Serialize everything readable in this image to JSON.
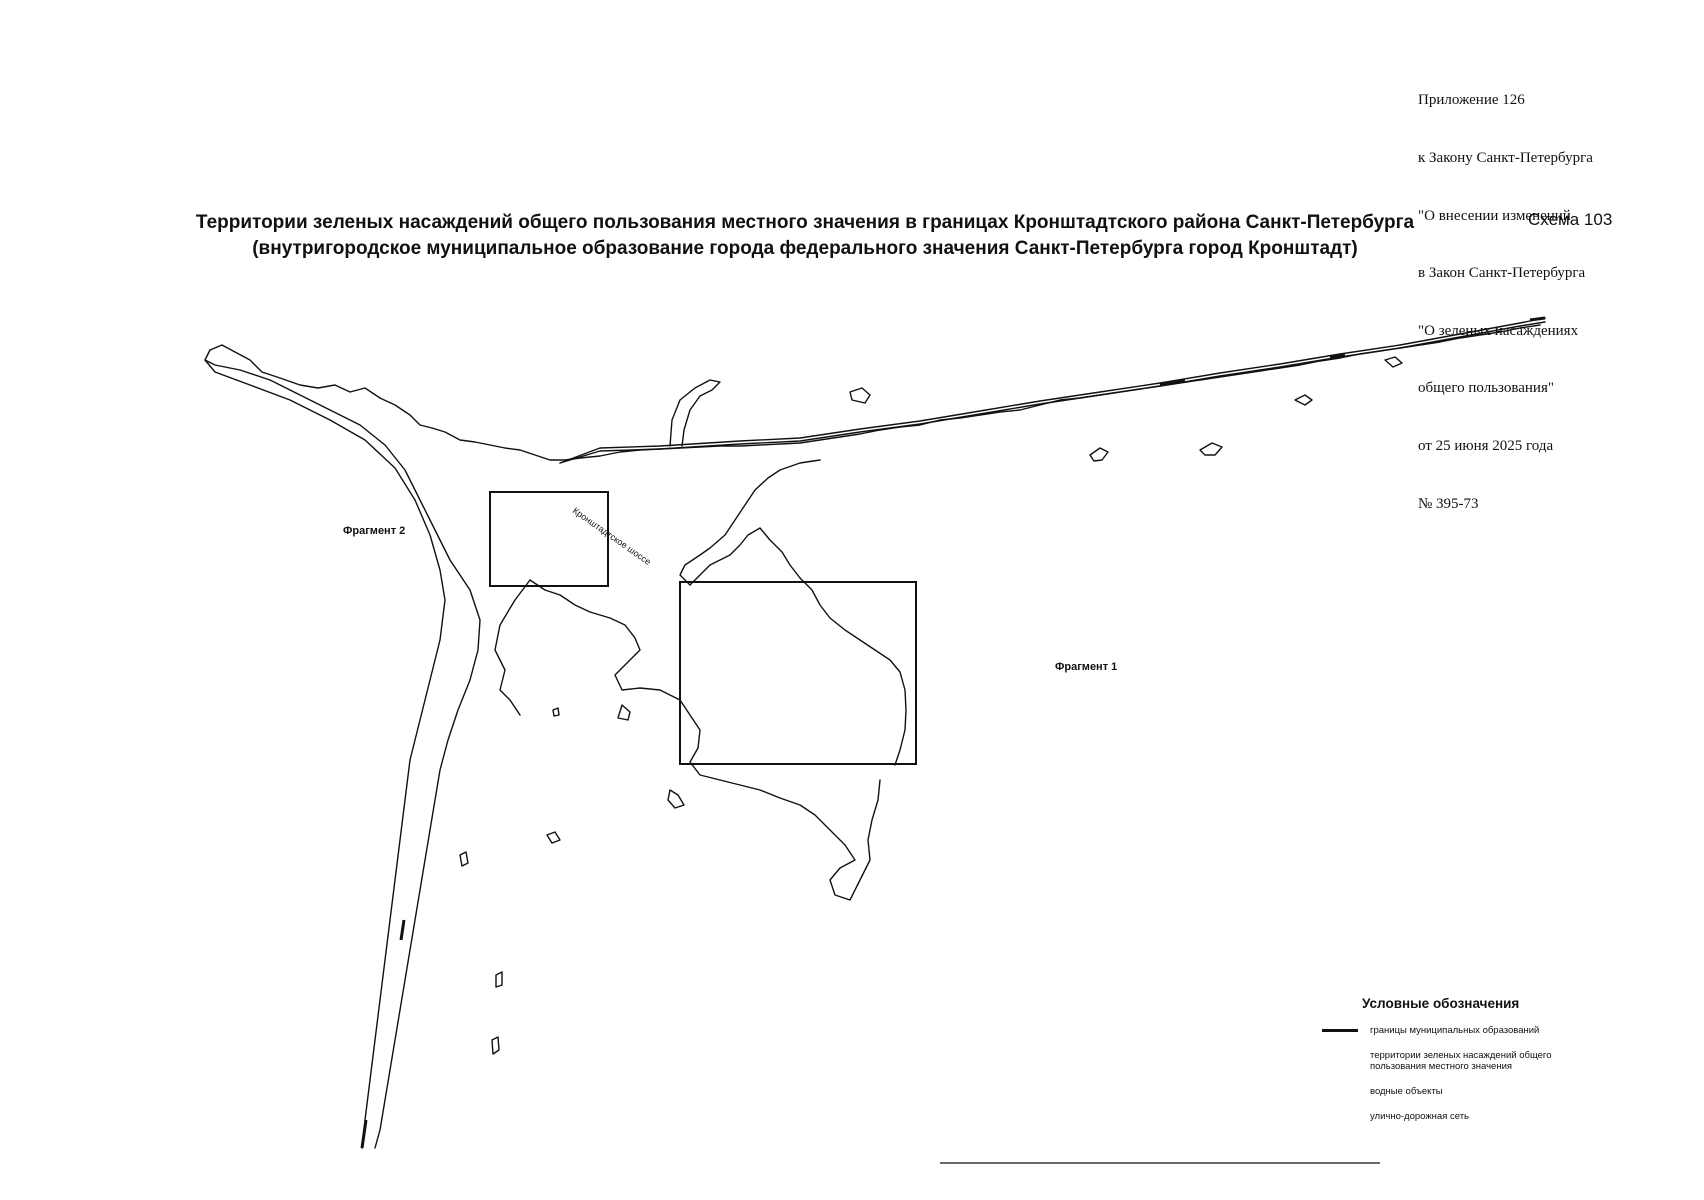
{
  "annex": {
    "lines": [
      "Приложение 126",
      "к Закону Санкт-Петербурга",
      "\"О внесении изменений",
      "в Закон Санкт-Петербурга",
      "\"О зеленых насаждениях",
      "общего пользования\"",
      "от 25 июня 2025 года",
      "№ 395-73"
    ]
  },
  "title": {
    "line1": "Территории зеленых насаждений общего пользования местного значения в границах Кронштадтского района Санкт-Петербурга",
    "line2": "(внутригородское муниципальное образование города федерального значения Санкт-Петербурга город Кронштадт)"
  },
  "scheme_label": "Схема 103",
  "map": {
    "fragment_labels": [
      "Фрагмент 2",
      "Фрагмент 1"
    ],
    "road_label": "Кронштадтское шоссе"
  },
  "legend": {
    "title": "Условные обозначения",
    "items": [
      {
        "label": "границы муниципальных образований",
        "swatch": "line"
      },
      {
        "label": "территории зеленых насаждений общего пользования местного значения",
        "swatch": "none"
      },
      {
        "label": "водные объекты",
        "swatch": "none"
      },
      {
        "label": "улично-дорожная сеть",
        "swatch": "none"
      }
    ]
  }
}
